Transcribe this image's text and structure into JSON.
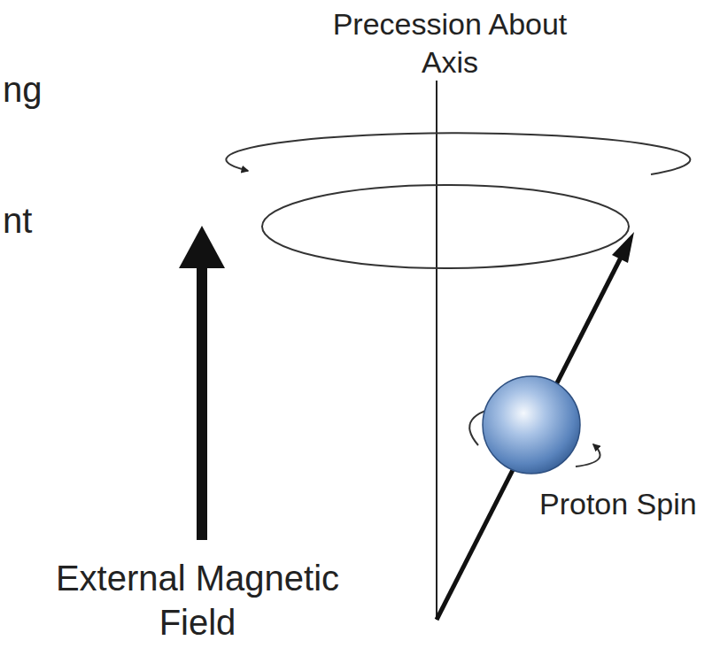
{
  "diagram": {
    "labels": [
      "ng",
      "Precession About Axis",
      "nt",
      "Proton Spin",
      "External Magnetic Field"
    ]
  }
}
